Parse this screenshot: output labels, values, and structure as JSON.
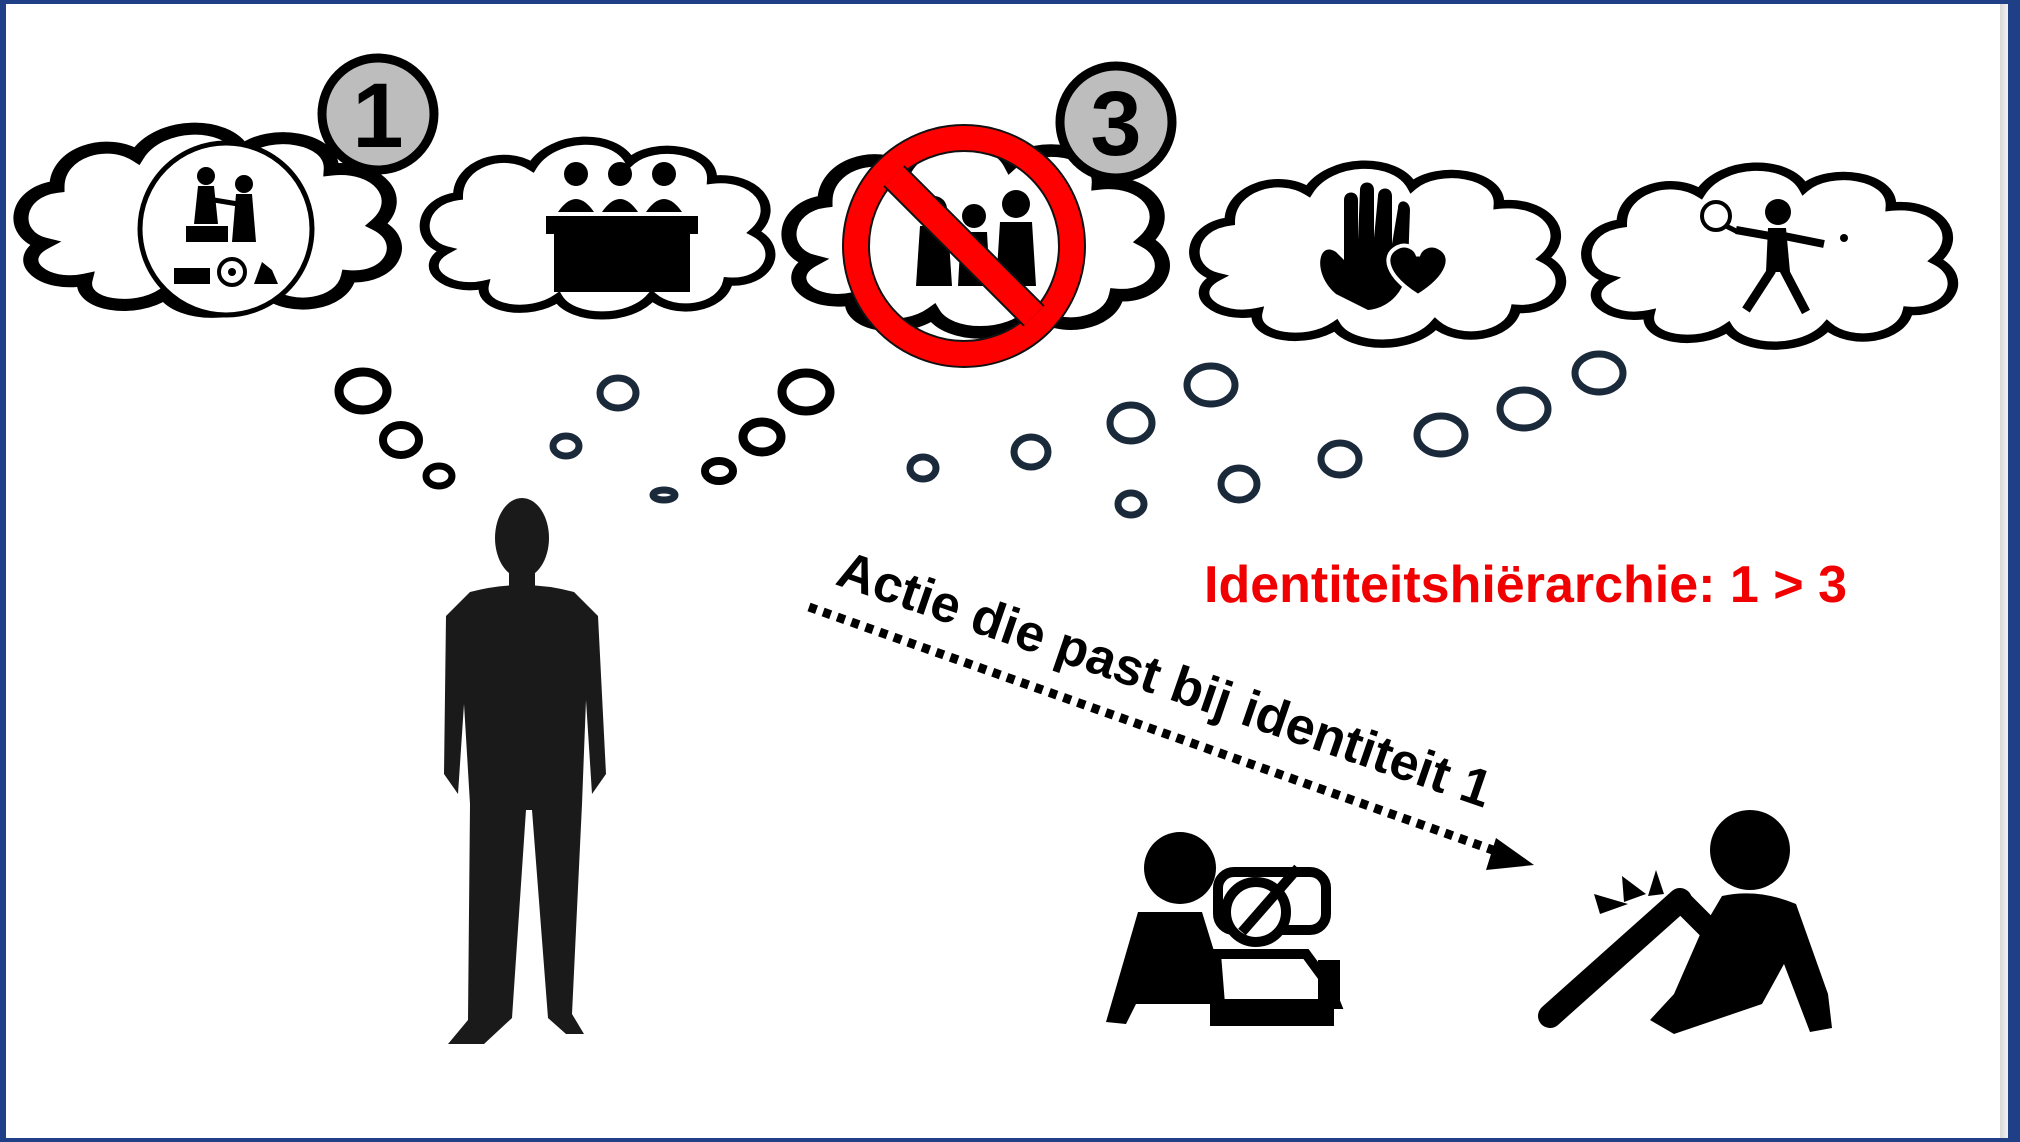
{
  "clouds": [
    {
      "id": "cloud-1",
      "badge": "1",
      "icon": "identity-career-icon",
      "crossed_out": false
    },
    {
      "id": "cloud-2",
      "badge": "",
      "icon": "jury-panel-icon",
      "crossed_out": false
    },
    {
      "id": "cloud-3",
      "badge": "3",
      "icon": "group-of-people-icon",
      "crossed_out": true
    },
    {
      "id": "cloud-4",
      "badge": "",
      "icon": "helping-hand-heart-icon",
      "crossed_out": false
    },
    {
      "id": "cloud-5",
      "badge": "",
      "icon": "tennis-player-icon",
      "crossed_out": false
    }
  ],
  "person_icon": "standing-man-silhouette-icon",
  "hierarchy_label": "Identiteitshiërarchie: 1 > 3",
  "action_label": "Actie die past bij  identiteit 1",
  "outcome_icons": [
    "person-visiting-bedside-icon",
    "person-holding-injured-knee-icon"
  ],
  "colors": {
    "accent_red": "#f00000",
    "badge_grey": "#bdbdbd",
    "bubble_stroke": "#1a2a3a",
    "frame_blue": "#1f3f86"
  }
}
